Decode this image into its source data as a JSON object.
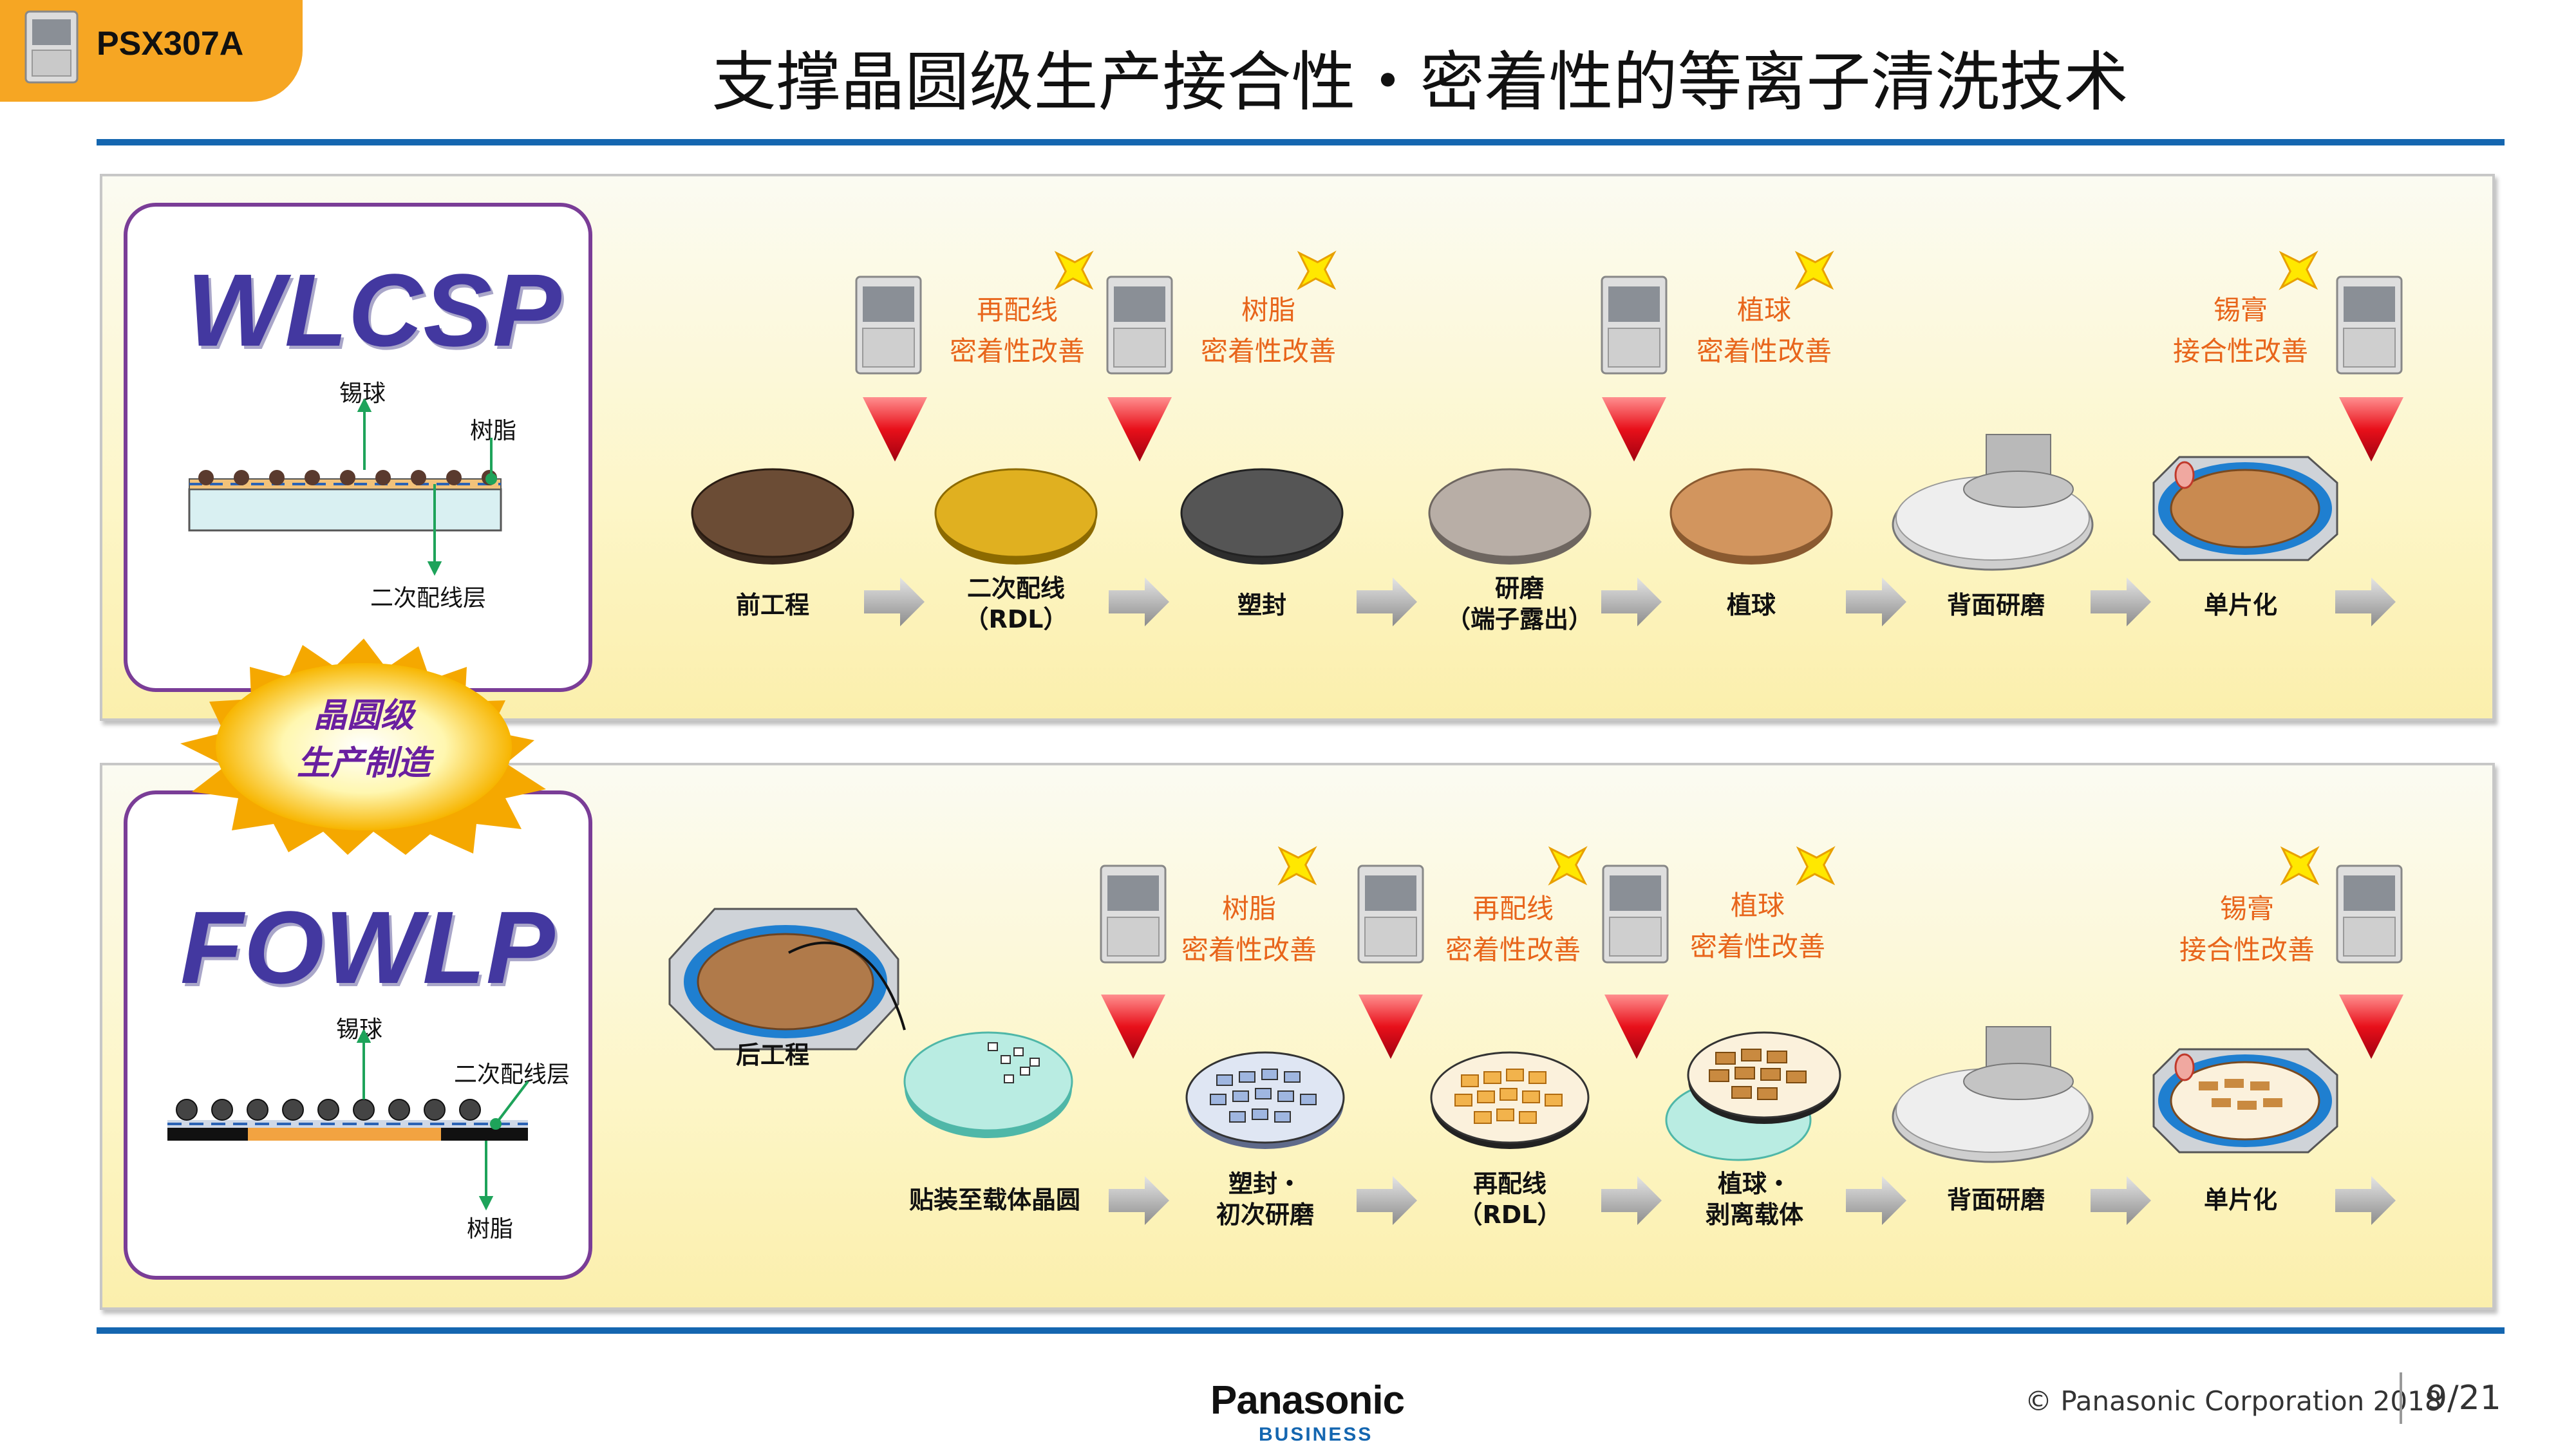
{
  "header": {
    "model_tag": "PSX307A",
    "title": "支撑晶圆级生产接合性・密着性的等离子清洗技术"
  },
  "badge": {
    "line1": "晶圆级",
    "line2": "生产制造"
  },
  "wlcsp": {
    "name": "WLCSP",
    "diagram_labels": {
      "solder_ball": "锡球",
      "resin": "树脂",
      "rdl_layer": "二次配线层"
    },
    "steps": [
      {
        "label": "前工程"
      },
      {
        "label": "二次配线\n（RDL）"
      },
      {
        "label": "塑封"
      },
      {
        "label": "研磨\n（端子露出）"
      },
      {
        "label": "植球"
      },
      {
        "label": "背面研磨"
      },
      {
        "label": "单片化"
      }
    ],
    "improvements": [
      {
        "text": "再配线\n密着性改善"
      },
      {
        "text": "树脂\n密着性改善"
      },
      {
        "text": "植球\n密着性改善"
      },
      {
        "text": "锡膏\n接合性改善"
      }
    ]
  },
  "fowlp": {
    "name": "FOWLP",
    "diagram_labels": {
      "solder_ball": "锡球",
      "rdl_layer": "二次配线层",
      "resin": "树脂"
    },
    "steps": [
      {
        "label": "后工程"
      },
      {
        "label": "贴装至载体晶圆"
      },
      {
        "label": "塑封・\n初次研磨"
      },
      {
        "label": "再配线\n（RDL）"
      },
      {
        "label": "植球・\n剥离载体"
      },
      {
        "label": "背面研磨"
      },
      {
        "label": "单片化"
      }
    ],
    "improvements": [
      {
        "text": "树脂\n密着性改善"
      },
      {
        "text": "再配线\n密着性改善"
      },
      {
        "text": "植球\n密着性改善"
      },
      {
        "text": "锡膏\n接合性改善"
      }
    ]
  },
  "footer": {
    "brand": "Panasonic",
    "brand_sub": "BUSINESS",
    "copyright": "© Panasonic Corporation 2018",
    "page": "9/21"
  },
  "colors": {
    "accent_blue": "#1466b0",
    "tag_orange": "#f6a623",
    "improve_orange": "#e8651b",
    "frame_purple": "#7a3d97",
    "arrow_red": "#e8101a"
  }
}
